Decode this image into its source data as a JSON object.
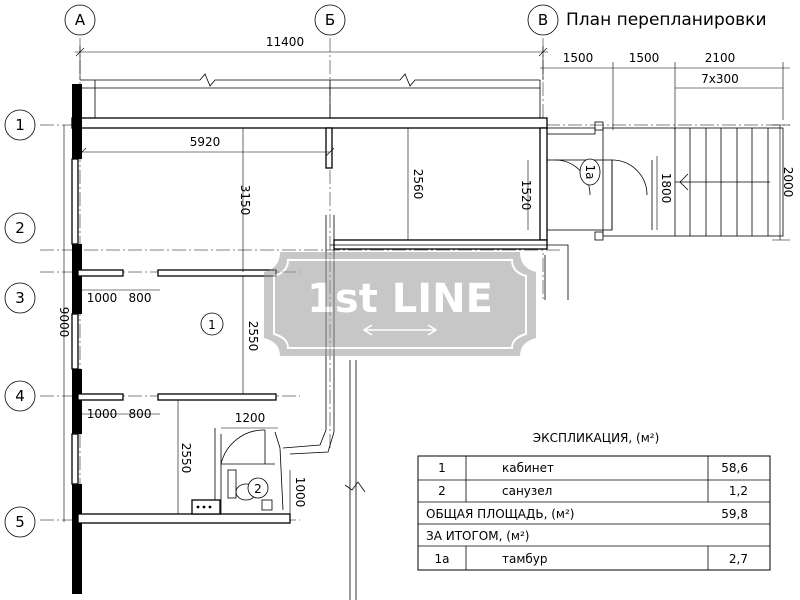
{
  "title": "План перепланировки",
  "axes": {
    "letters": [
      "А",
      "Б",
      "В"
    ],
    "numbers": [
      "1",
      "2",
      "3",
      "4",
      "5"
    ]
  },
  "dimensions": {
    "total_width": "11400",
    "bay_1500_a": "1500",
    "bay_1500_b": "1500",
    "bay_2100": "2100",
    "steps": "7x300",
    "room_width": "5920",
    "h_3150": "3150",
    "h_2560": "2560",
    "h_2550_main": "2550",
    "h_2550_lower": "2550",
    "total_height": "9000",
    "w_1000_upper": "1000",
    "w_800_upper": "800",
    "w_1000_lower": "1000",
    "w_800_lower": "800",
    "w_1200": "1200",
    "h_1000": "1000",
    "h_1520": "1520",
    "h_1800": "1800",
    "h_2000": "2000"
  },
  "room_labels": {
    "room1": "1",
    "room2": "2",
    "room1a": "1а"
  },
  "watermark": {
    "main": "1st LINE"
  },
  "explication": {
    "title": "ЭКСПЛИКАЦИЯ, (м²)",
    "rows": [
      {
        "num": "1",
        "name": "кабинет",
        "area": "58,6"
      },
      {
        "num": "2",
        "name": "санузел",
        "area": "1,2"
      }
    ],
    "total_label": "ОБЩАЯ ПЛОЩАДЬ, (м²)",
    "total_value": "59,8",
    "sum_label": "ЗА ИТОГОМ, (м²)",
    "extra_rows": [
      {
        "num": "1а",
        "name": "тамбур",
        "area": "2,7"
      }
    ]
  }
}
